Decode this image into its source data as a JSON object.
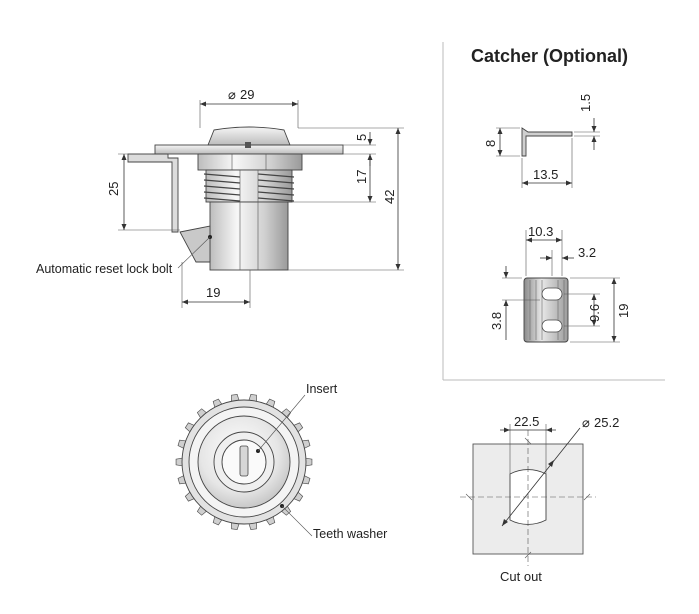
{
  "catcher": {
    "title": "Catcher (Optional)",
    "dims": {
      "thickness": "1.5",
      "height": "8",
      "length": "13.5",
      "width": "10.3",
      "offset": "3.2",
      "edge": "3.8",
      "slot": "9.6",
      "total": "19"
    }
  },
  "side_view": {
    "dims": {
      "diameter": "29",
      "flange": "5",
      "body": "17",
      "total": "42",
      "bolt_height": "25",
      "bolt_width": "19"
    },
    "labels": {
      "bolt": "Automatic reset lock bolt"
    }
  },
  "front_view": {
    "labels": {
      "insert": "Insert",
      "washer": "Teeth washer"
    }
  },
  "cutout": {
    "dims": {
      "flat": "22.5",
      "diameter": "25.2"
    },
    "label": "Cut out"
  },
  "symbols": {
    "diameter": "⌀"
  },
  "colors": {
    "metal_light": "#f1f1f1",
    "metal_mid": "#d4d4d4",
    "metal_dark": "#9a9a9a",
    "panel": "#ececec",
    "line": "#333333"
  }
}
